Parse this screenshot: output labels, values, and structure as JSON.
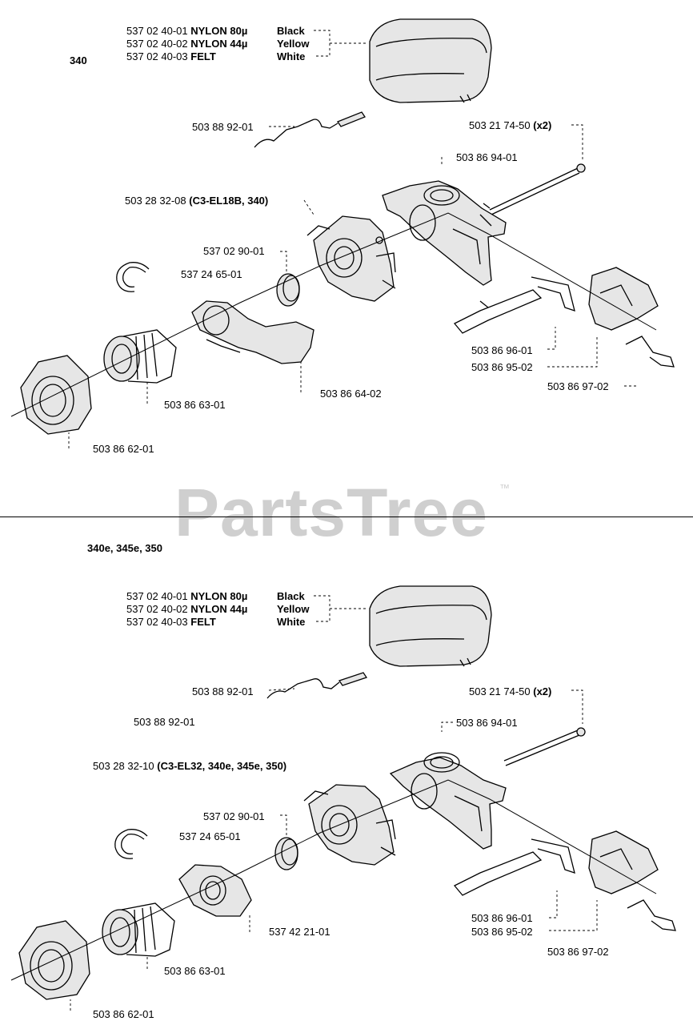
{
  "watermark": {
    "brand": "PartsTree",
    "tm": "™"
  },
  "top": {
    "model": "340",
    "filters": [
      {
        "part": "537 02 40-01",
        "material": "NYLON 80µ",
        "color": "Black"
      },
      {
        "part": "537 02 40-02",
        "material": "NYLON 44µ",
        "color": "Yellow"
      },
      {
        "part": "537 02 40-03",
        "material": "FELT",
        "color": "White"
      }
    ],
    "rod": "503 88 92-01",
    "bolt": "503 21 74-50",
    "bolt_qty": "(x2)",
    "holder": "503 86 94-01",
    "carb": "503 28 32-08",
    "carb_note": "(C3-EL18B, 340)",
    "gasket": "537 02 90-01",
    "ring": "537 24 65-01",
    "lever1": "503 86 96-01",
    "lever2": "503 86 95-02",
    "bracket": "503 86 97-02",
    "manifold": "503 86 64-02",
    "intake": "503 86 63-01",
    "flange": "503 86 62-01"
  },
  "bottom": {
    "model": "340e, 345e, 350",
    "filters": [
      {
        "part": "537 02 40-01",
        "material": "NYLON 80µ",
        "color": "Black"
      },
      {
        "part": "537 02 40-02",
        "material": "NYLON 44µ",
        "color": "Yellow"
      },
      {
        "part": "537 02 40-03",
        "material": "FELT",
        "color": "White"
      }
    ],
    "rod": "503 88 92-01",
    "rod2": "503 88 92-01",
    "bolt": "503 21 74-50",
    "bolt_qty": "(x2)",
    "holder": "503 86 94-01",
    "carb": "503 28 32-10",
    "carb_note": "(C3-EL32, 340e, 345e, 350)",
    "gasket": "537 02 90-01",
    "ring": "537 24 65-01",
    "lever1": "503 86 96-01",
    "lever2": "503 86 95-02",
    "bracket": "503 86 97-02",
    "manifold": "537 42 21-01",
    "intake": "503 86 63-01",
    "flange": "503 86 62-01"
  }
}
